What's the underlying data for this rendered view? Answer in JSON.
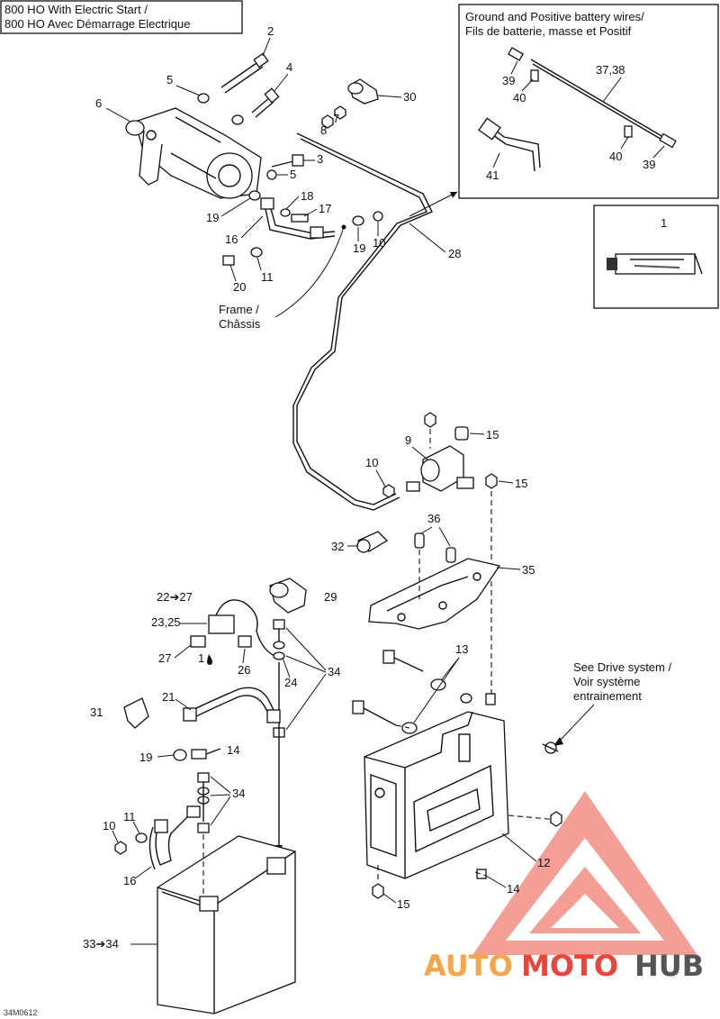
{
  "title_box": {
    "line1": "800 HO With Electric Start  /",
    "line2": "800 HO Avec Démarrage Electrique"
  },
  "inset_wires": {
    "title1": "Ground and Positive battery wires/",
    "title2": "Fils de batterie, masse et Positif"
  },
  "notes": {
    "frame1": "Frame /",
    "frame2": "Châssis",
    "drive1": "See Drive system /",
    "drive2": "Voir système",
    "drive3": "entrainement"
  },
  "labels": {
    "n1_inset": "1",
    "n1_oil": "1",
    "n2": "2",
    "n3": "3",
    "n4": "4",
    "n5a": "5",
    "n5b": "5",
    "n6": "6",
    "n7": "7",
    "n8": "8",
    "n9": "9",
    "n10a": "10",
    "n10b": "10",
    "n10c": "10",
    "n11a": "11",
    "n11b": "11",
    "n12": "12",
    "n13": "13",
    "n14a": "14",
    "n14b": "14",
    "n15a": "15",
    "n15b": "15",
    "n15c": "15",
    "n16a": "16",
    "n16b": "16",
    "n17": "17",
    "n18": "18",
    "n19a": "19",
    "n19b": "19",
    "n19c": "19",
    "n20": "20",
    "n21": "21",
    "n22": "22➔27",
    "n23": "23,25",
    "n24": "24",
    "n26": "26",
    "n27": "27",
    "n28": "28",
    "n29": "29",
    "n30": "30",
    "n31": "31",
    "n32": "32",
    "n33": "33➔34",
    "n34a": "34",
    "n34b": "34",
    "n35": "35",
    "n36": "36",
    "n3738": "37,38",
    "n39a": "39",
    "n39b": "39",
    "n40a": "40",
    "n40b": "40",
    "n41": "41"
  },
  "doc_code": "34M0612",
  "watermark": {
    "part1": "AUTO",
    "part2": "MOTO",
    "part3": "HUB",
    "color_light": "#f6a64a",
    "color_red": "#e9453c",
    "color_gray": "#555555"
  }
}
